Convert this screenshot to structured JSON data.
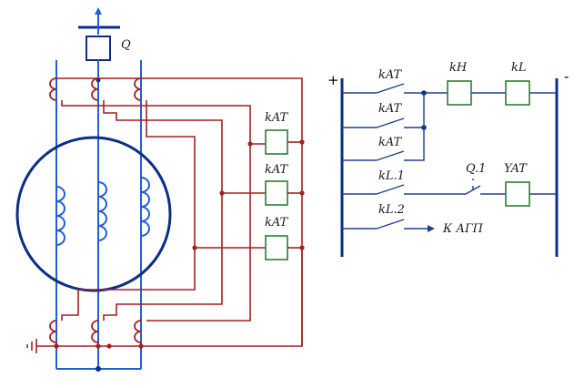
{
  "left_circuit": {
    "breaker_label": "Q",
    "relay_labels": [
      "kAT",
      "kAT",
      "kAT"
    ]
  },
  "right_circuit": {
    "plus_sign": "+",
    "minus_sign": "-",
    "contact_labels": [
      "kAT",
      "kAT",
      "kAT",
      "kL.1",
      "kL.2"
    ],
    "coil_kh_label": "kH",
    "coil_kl_label": "kL",
    "aux_contact_label": "Q.1",
    "trip_coil_label": "YAT",
    "output_label": "К АГП"
  },
  "colors": {
    "phase_conductors": "#1f5fd6",
    "machine_outline": "#0b2f86",
    "secondary_wiring": "#a51f1f",
    "relay_coils": "#2e7d32",
    "dc_wiring": "#1e3f8f"
  }
}
